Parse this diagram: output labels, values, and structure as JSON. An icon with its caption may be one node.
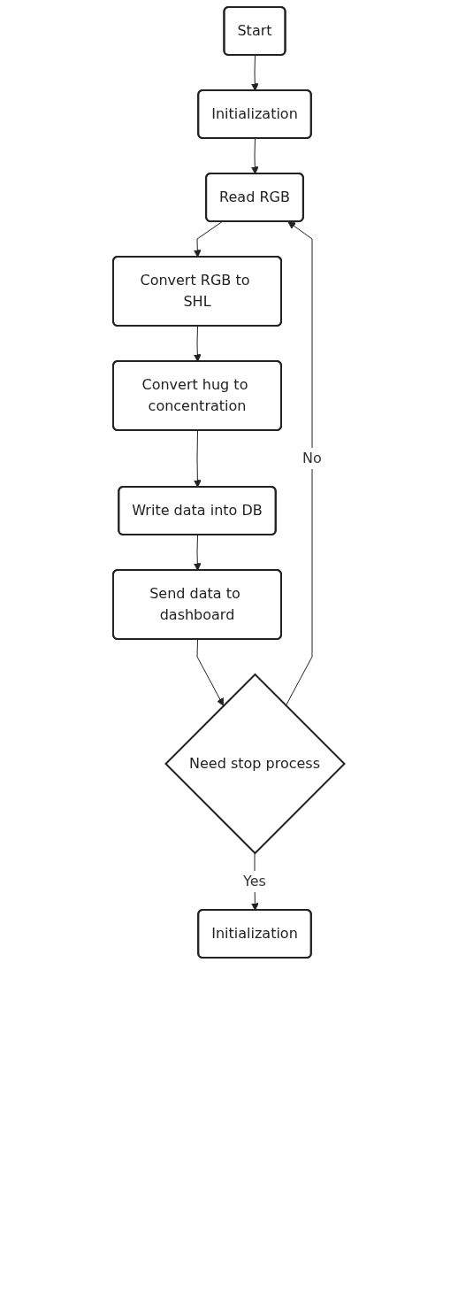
{
  "diagram": {
    "nodes": [
      {
        "text": [
          "Start"
        ]
      },
      {
        "text": [
          "Initialization"
        ]
      },
      {
        "text": [
          "Read RGB"
        ]
      },
      {
        "text": [
          "Convert RGB to SHL"
        ]
      },
      {
        "text": [
          "Convert hug to concentration"
        ]
      },
      {
        "text": [
          "Write data into DB"
        ]
      },
      {
        "text": [
          "Send data to dashboard"
        ]
      },
      {
        "text": [
          "Need stop process"
        ]
      },
      {
        "text": [
          "Initialization"
        ]
      }
    ],
    "edges": [
      {
        "from": 0,
        "to": 1,
        "arrow": "to"
      },
      {
        "from": 1,
        "to": 2,
        "arrow": "to"
      },
      {
        "from": 2,
        "to": 3,
        "arrow": "to"
      },
      {
        "from": 3,
        "to": 4,
        "arrow": "to"
      },
      {
        "from": 4,
        "to": 5,
        "arrow": "to"
      },
      {
        "from": 5,
        "to": 6,
        "arrow": "to"
      },
      {
        "from": 6,
        "to": 7,
        "arrow": "to"
      },
      {
        "from": 7,
        "to": 2,
        "arrow": "to",
        "label": "No"
      },
      {
        "from": 7,
        "to": 8,
        "arrow": "to",
        "label": "Yes"
      }
    ]
  }
}
